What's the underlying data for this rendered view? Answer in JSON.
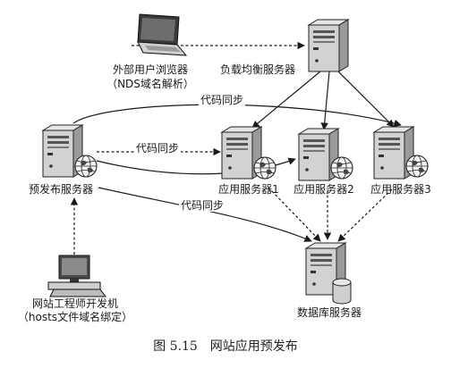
{
  "nodes": {
    "user_browser": {
      "label_line1": "外部用户浏览器",
      "label_line2": "（NDS域名解析）"
    },
    "load_balancer": {
      "label": "负载均衡服务器"
    },
    "pre_release": {
      "label": "预发布服务器"
    },
    "app_server_1": {
      "label": "应用服务器1"
    },
    "app_server_2": {
      "label": "应用服务器2"
    },
    "app_server_3": {
      "label": "应用服务器3"
    },
    "database": {
      "label": "数据库服务器"
    },
    "dev_machine": {
      "label_line1": "网站工程师开发机",
      "label_line2": "（hosts文件域名绑定）"
    }
  },
  "edges": {
    "sync_top": "代码同步",
    "sync_mid": "代码同步",
    "sync_low": "代码同步"
  },
  "caption": "图 5.15　网站应用预发布"
}
